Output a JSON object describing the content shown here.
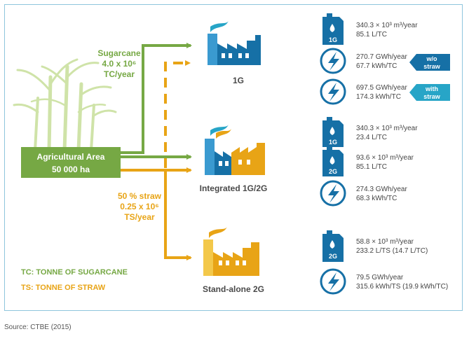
{
  "colors": {
    "green": "#76a844",
    "orange": "#e8a416",
    "orange_light": "#f3c84a",
    "blue": "#1670a6",
    "blue_light": "#3a9ad0",
    "teal": "#27a5c7",
    "border": "#8fc6dd"
  },
  "agri": {
    "line1": "Agricultural Area",
    "line2": "50 000 ha"
  },
  "sugarcane": {
    "line1": "Sugarcane",
    "line2": "4.0 x 10⁶",
    "line3": "TC/year"
  },
  "straw": {
    "line1": "50 % straw",
    "line2": "0.25 x 10⁶",
    "line3": "TS/year"
  },
  "legend": {
    "tc": "TC: TONNE OF SUGARCANE",
    "ts": "TS:  TONNE OF STRAW"
  },
  "plants": {
    "p1g": {
      "label": "1G"
    },
    "integrated": {
      "label": "Integrated 1G/2G"
    },
    "standalone": {
      "label": "Stand-alone 2G"
    }
  },
  "outputs": {
    "p1g": [
      {
        "icon": "ethanol-jerrycan-icon",
        "badge": "1G",
        "line1": "340.3 × 10³ m³/year",
        "line2": "85.1 L/TC"
      },
      {
        "icon": "electricity-bolt-icon",
        "line1": "270.7 GWh/year",
        "line2": "67.7 kWh/TC",
        "tag": "w/o\nstraw"
      },
      {
        "icon": "electricity-bolt-icon",
        "line1": "697.5 GWh/year",
        "line2": "174.3 kWh/TC",
        "tag": "with\nstraw"
      }
    ],
    "integrated": [
      {
        "icon": "ethanol-jerrycan-icon",
        "badge": "1G",
        "line1": "340.3 × 10³ m³/year",
        "line2": "23.4 L/TC"
      },
      {
        "icon": "ethanol-jerrycan-icon",
        "badge": "2G",
        "line1": "93.6 × 10³ m³/year",
        "line2": "85.1 L/TC"
      },
      {
        "icon": "electricity-bolt-icon",
        "line1": "274.3 GWh/year",
        "line2": "68.3 kWh/TC"
      }
    ],
    "standalone": [
      {
        "icon": "ethanol-jerrycan-icon",
        "badge": "2G",
        "line1": "58.8 × 10³ m³/year",
        "line2": "233.2 L/TS (14.7 L/TC)"
      },
      {
        "icon": "electricity-bolt-icon",
        "line1": "79.5 GWh/year",
        "line2": "315.6 kWh/TS (19.9 kWh/TC)"
      }
    ]
  },
  "source": "Source: CTBE (2015)"
}
